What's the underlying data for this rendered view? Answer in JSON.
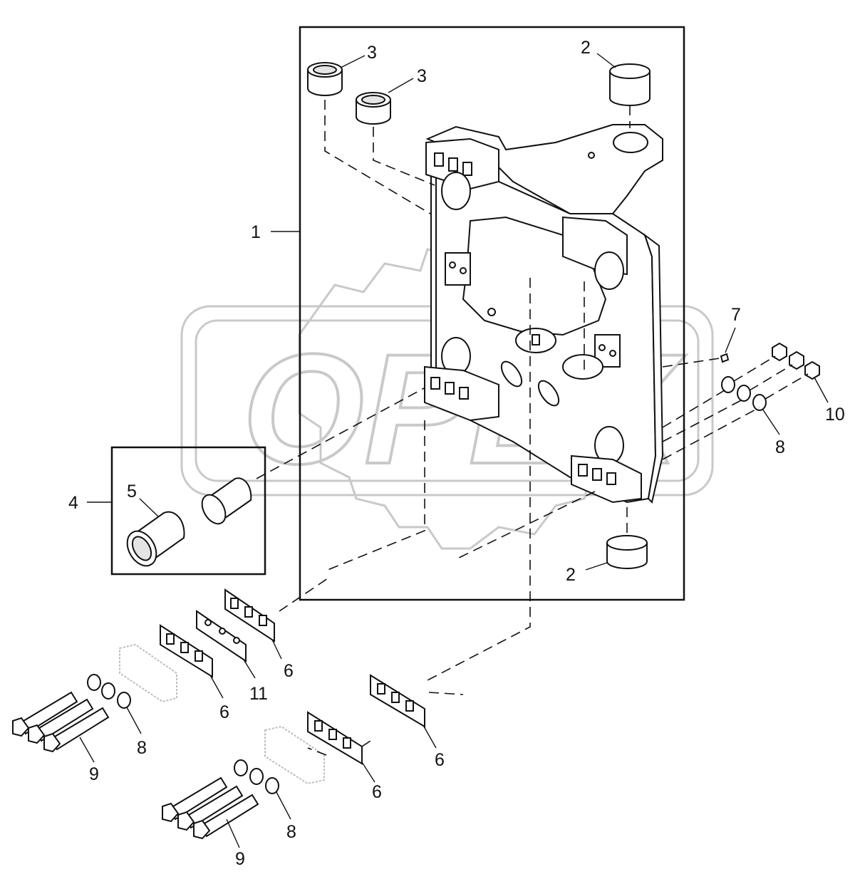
{
  "watermark": {
    "text": "OPEX"
  },
  "callouts": {
    "c1": "1",
    "c2a": "2",
    "c2b": "2",
    "c3a": "3",
    "c3b": "3",
    "c4": "4",
    "c5": "5",
    "c6a": "6",
    "c6b": "6",
    "c6c": "6",
    "c6d": "6",
    "c7": "7",
    "c8a": "8",
    "c8b": "8",
    "c8c": "8",
    "c9a": "9",
    "c9b": "9",
    "c10": "10",
    "c11": "11"
  }
}
